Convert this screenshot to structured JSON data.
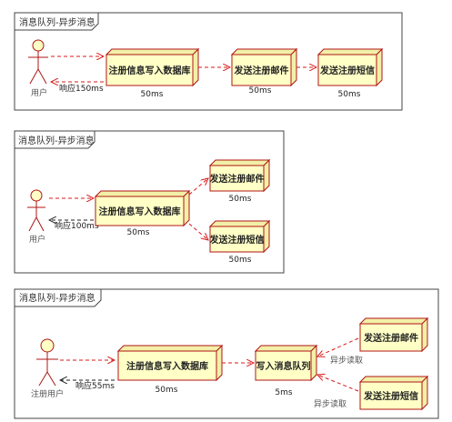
{
  "diagrams": [
    {
      "title": "消息队列-异步消息",
      "actor": "用户",
      "response": "响应150ms",
      "boxes": [
        {
          "label": "注册信息写入数据库",
          "time": "50ms"
        },
        {
          "label": "发送注册邮件",
          "time": "50ms"
        },
        {
          "label": "发送注册短信",
          "time": "50ms"
        }
      ]
    },
    {
      "title": "消息队列-异步消息",
      "actor": "用户",
      "response": "响应100ms",
      "boxes": [
        {
          "label": "注册信息写入数据库",
          "time": "50ms"
        },
        {
          "label": "发送注册邮件",
          "time": "50ms"
        },
        {
          "label": "发送注册短信",
          "time": "50ms"
        }
      ]
    },
    {
      "title": "消息队列-异步消息",
      "actor": "注册用户",
      "response": "响应55ms",
      "boxes": [
        {
          "label": "注册信息写入数据库",
          "time": "50ms"
        },
        {
          "label": "写入消息队列",
          "time": "5ms"
        },
        {
          "label": "发送注册邮件"
        },
        {
          "label": "发送注册短信"
        }
      ],
      "read_labels": [
        "异步读取",
        "异步读取"
      ]
    }
  ],
  "colors": {
    "box_fill": "#ffffc6",
    "box_border": "#b01515",
    "arrow": "#d81818"
  }
}
